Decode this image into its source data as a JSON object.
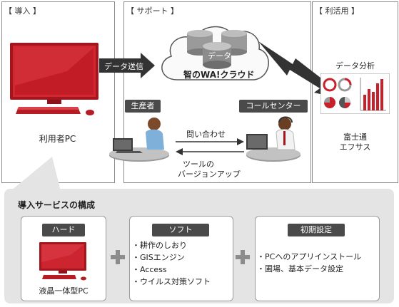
{
  "panels": {
    "intro_title": "【 導入 】",
    "support_title": "【 サポート 】",
    "use_title": "【 利活用 】"
  },
  "intro": {
    "user_pc_label": "利用者PC"
  },
  "support": {
    "data_send_label": "データ送信",
    "data_label": "データ",
    "cloud_label": "智のWA!クラウド",
    "producer_label": "生産者",
    "call_center_label": "コールセンター",
    "inquiry_label": "問い合わせ",
    "tool_version_up_line1": "ツールの",
    "tool_version_up_line2": "バージョンアップ"
  },
  "use": {
    "analysis_label": "データ分析",
    "company_line1": "富士通",
    "company_line2": "エフサス"
  },
  "composition": {
    "title": "導入サービスの構成",
    "hardware": {
      "header": "ハード",
      "caption": "液晶一体型PC"
    },
    "software": {
      "header": "ソフト",
      "items": [
        "耕作のしおり",
        "GISエンジン",
        "Access",
        "ウイルス対策ソフト"
      ]
    },
    "initial_setup": {
      "header": "初期設定",
      "items": [
        "PCへのアプリインストール",
        "圃場、基本データ設定"
      ]
    }
  },
  "colors": {
    "monitor_red": "#c8212b",
    "label_dark": "#4a4a4a",
    "arrow_dark": "#333333",
    "bottom_bg": "#e4e4e4"
  }
}
